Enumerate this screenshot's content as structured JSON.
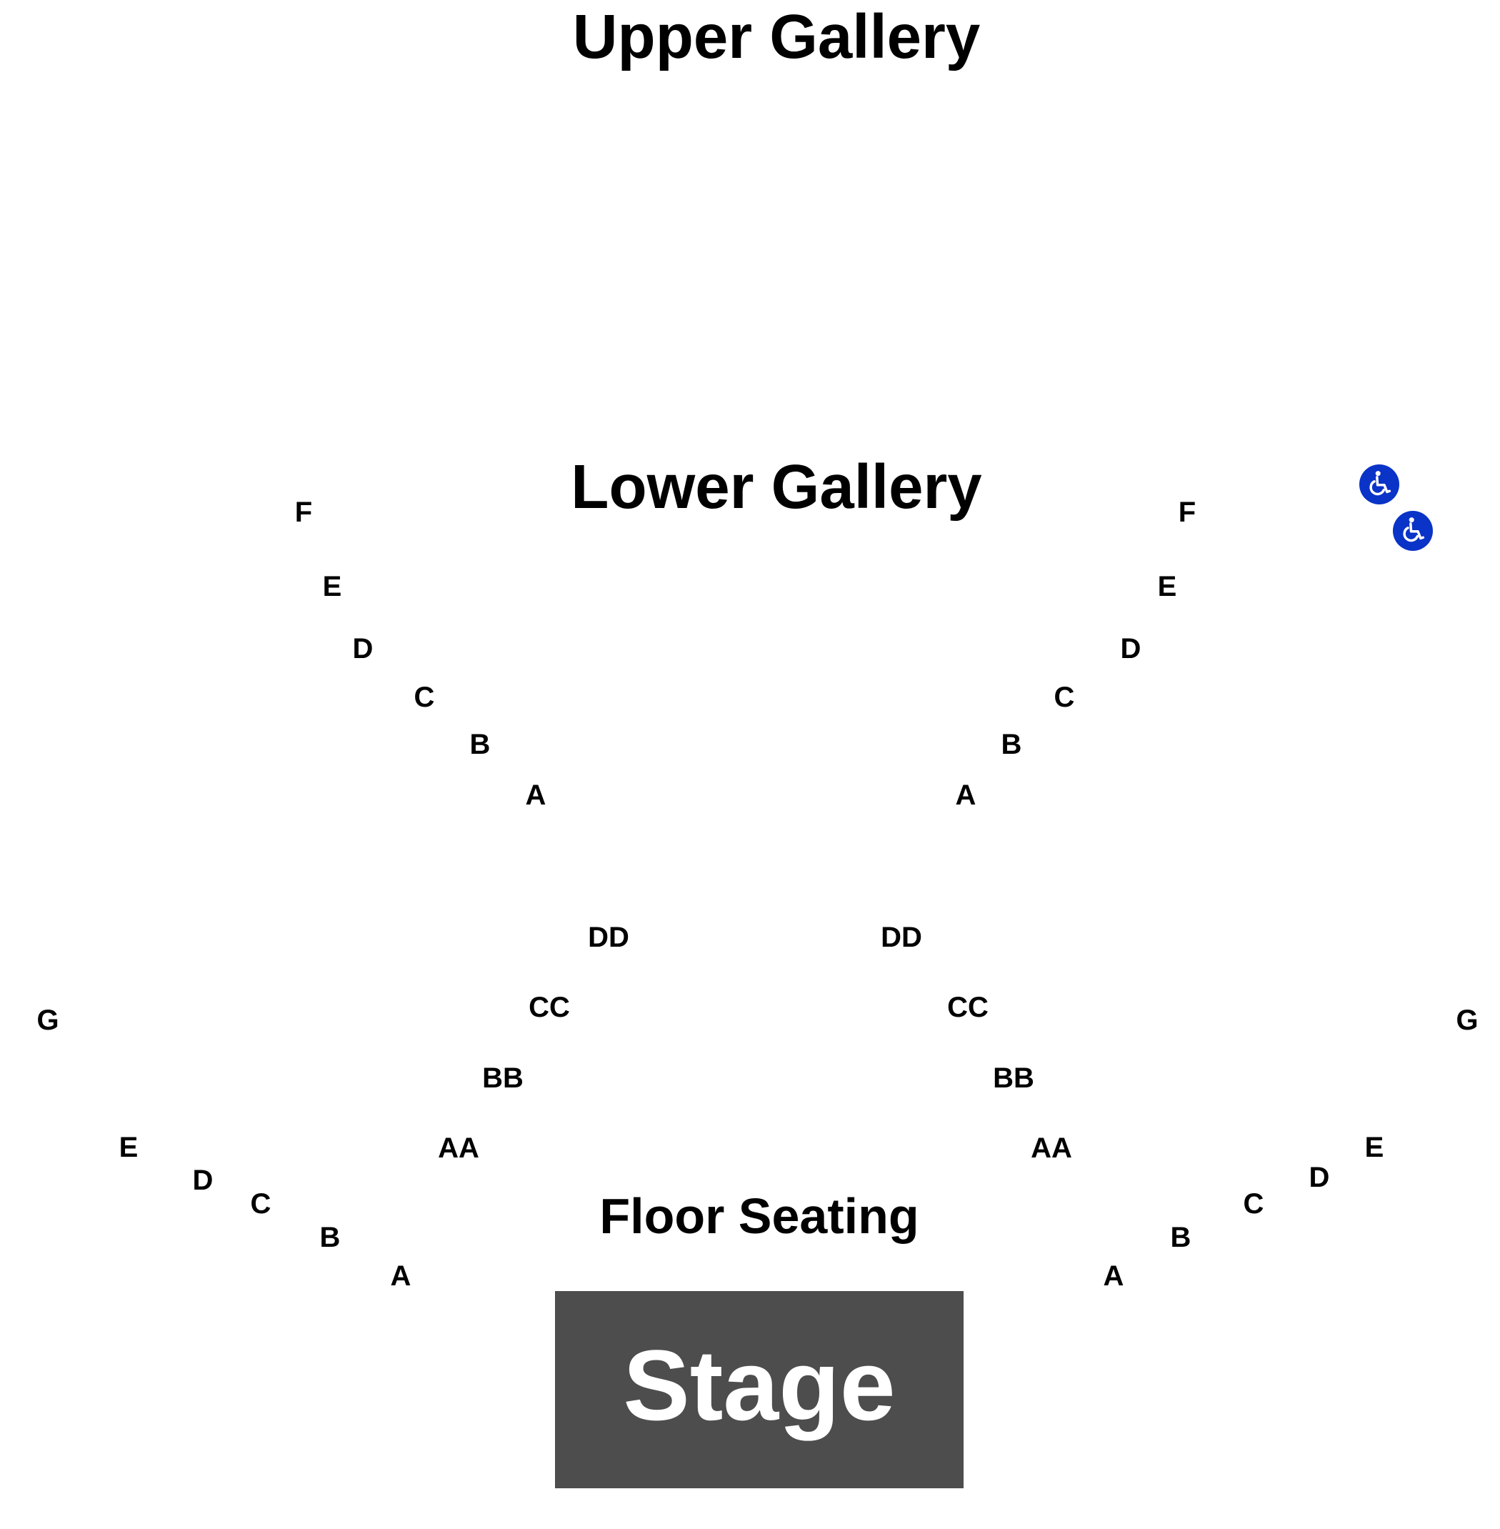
{
  "sections": {
    "upper": "Upper Gallery",
    "lower": "Lower Gallery",
    "floor": "Floor Seating"
  },
  "stage": {
    "label": "Stage",
    "color": "#4d4d4d"
  },
  "accessibility": {
    "icon": "wheelchair-icon",
    "color": "#0a33c7"
  },
  "rows": {
    "lower_left": [
      "F",
      "E",
      "D",
      "C",
      "B",
      "A"
    ],
    "lower_right": [
      "F",
      "E",
      "D",
      "C",
      "B",
      "A"
    ],
    "inner_left": [
      "DD",
      "CC",
      "BB",
      "AA"
    ],
    "inner_right": [
      "DD",
      "CC",
      "BB",
      "AA"
    ],
    "floor_left": [
      "G",
      "E",
      "D",
      "C",
      "B",
      "A"
    ],
    "floor_right": [
      "G",
      "E",
      "D",
      "C",
      "B",
      "A"
    ]
  }
}
